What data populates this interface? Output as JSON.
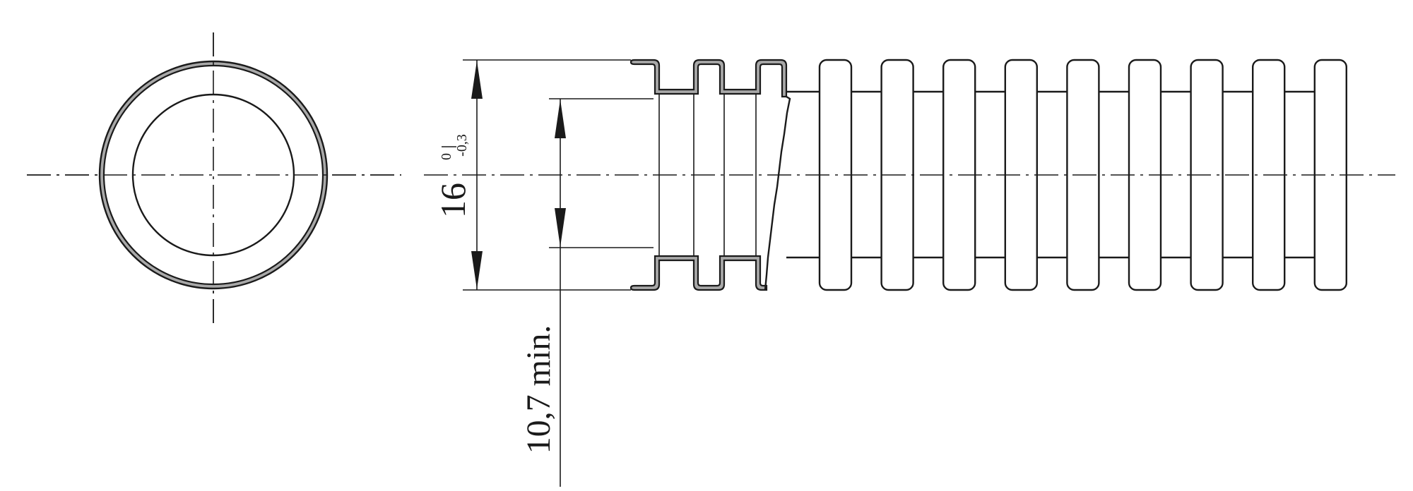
{
  "dimensions": {
    "outer_diameter": {
      "value": "16",
      "tolerance_upper": "0",
      "tolerance_lower": "-0,3"
    },
    "inner_diameter": {
      "label": "10,7 min."
    }
  },
  "drawing": {
    "rib_count": 9,
    "views": [
      "end-view",
      "side-view"
    ]
  }
}
